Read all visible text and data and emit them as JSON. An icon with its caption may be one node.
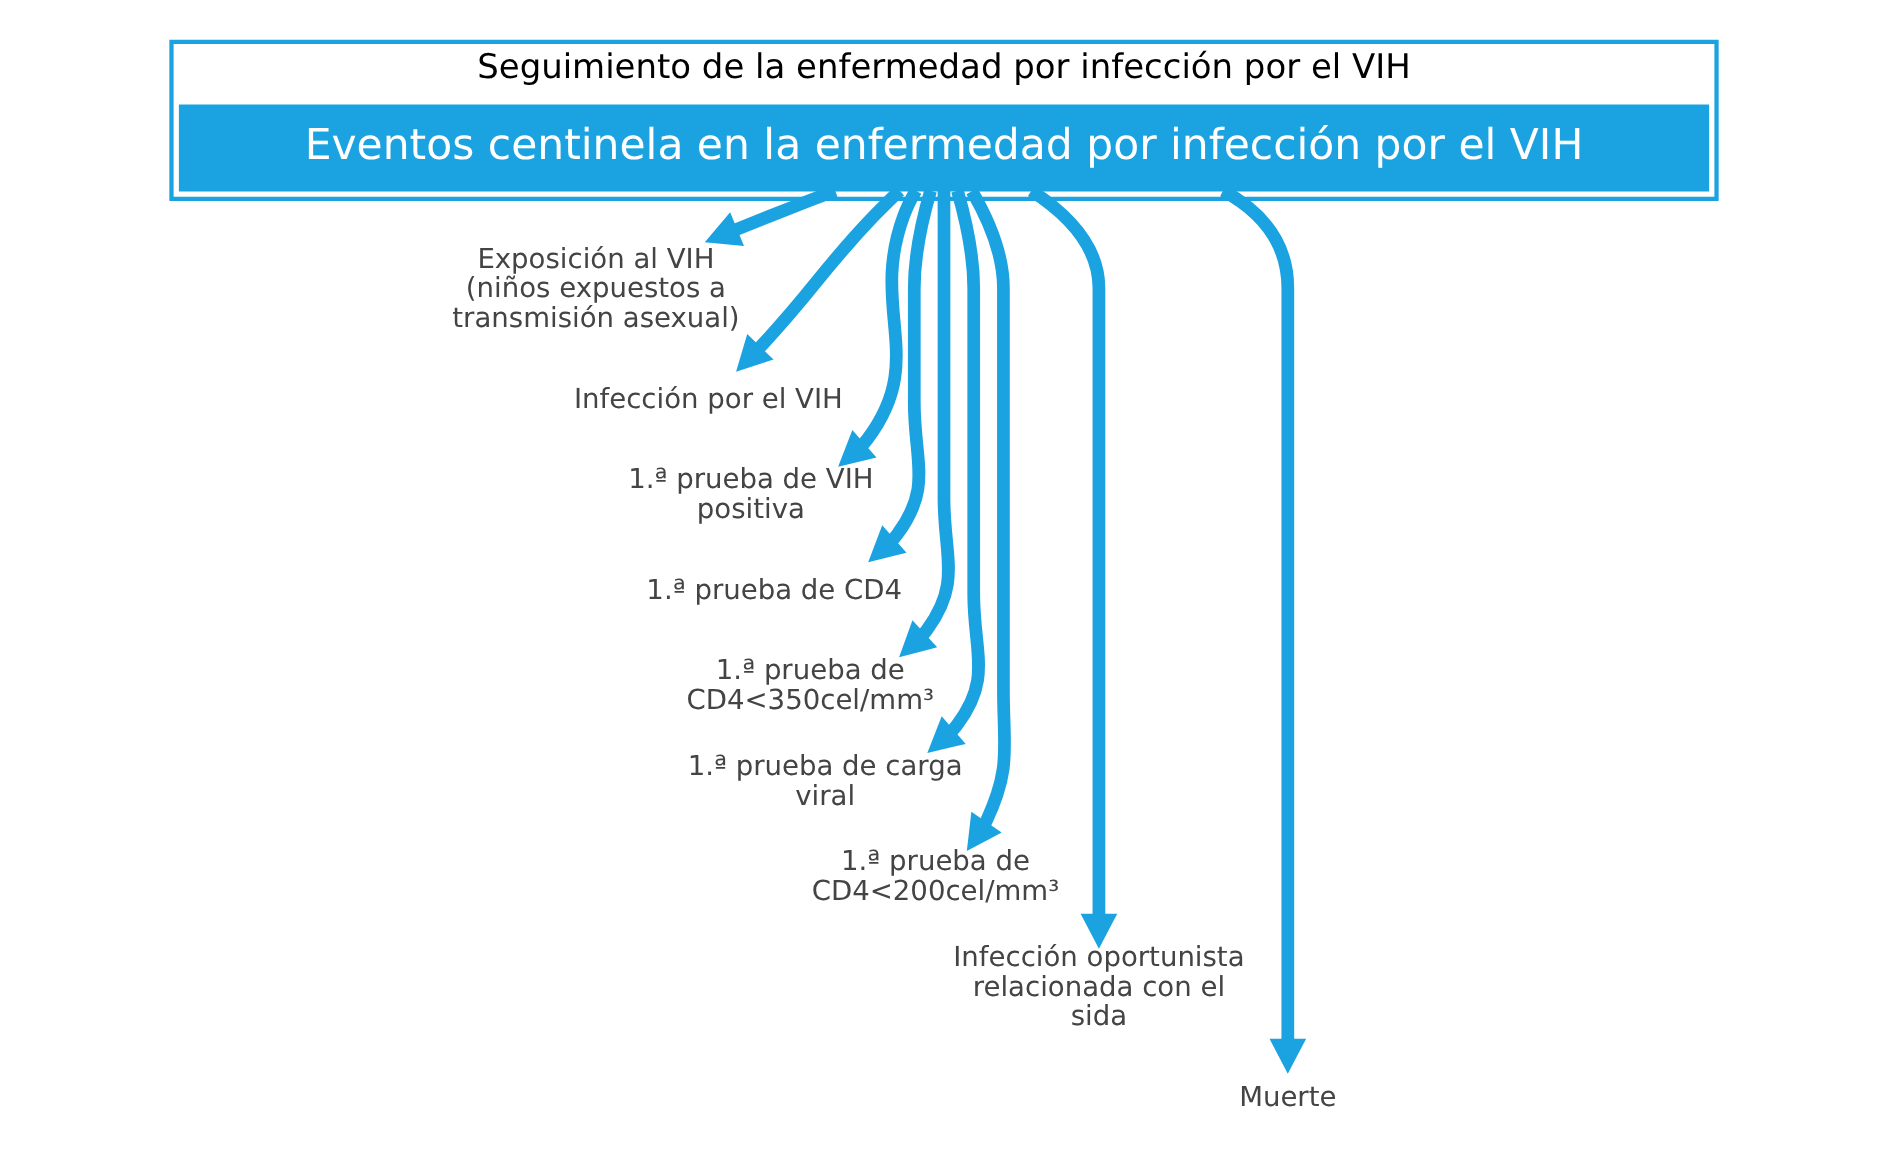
{
  "diagram": {
    "nodes": [
      {
        "text": [
          "Seguimiento de la enfermedad por infección por el VIH"
        ]
      },
      {
        "text": [
          "Eventos centinela en la enfermedad por infección por el VIH"
        ],
        "in": 0
      },
      {
        "text": [
          "Exposición al VIH (niños expuestos a transmisión asexual)"
        ]
      },
      {
        "text": [
          "Infección por el VIH"
        ]
      },
      {
        "text": [
          "1.ª prueba de VIH positiva"
        ]
      },
      {
        "text": [
          "1.ª prueba de CD4"
        ]
      },
      {
        "text": [
          "1.ª prueba de CD4<350cel/mm³"
        ]
      },
      {
        "text": [
          "1.ª prueba de carga viral"
        ]
      },
      {
        "text": [
          "1.ª prueba de CD4<200cel/mm³"
        ]
      },
      {
        "text": [
          "Infección oportunista relacionada con el sida"
        ]
      },
      {
        "text": [
          "Muerte"
        ]
      }
    ],
    "edges": [
      {
        "from": 1,
        "to": 2,
        "arrow": "to"
      },
      {
        "from": 1,
        "to": 3,
        "arrow": "to"
      },
      {
        "from": 1,
        "to": 4,
        "arrow": "to"
      },
      {
        "from": 1,
        "to": 5,
        "arrow": "to"
      },
      {
        "from": 1,
        "to": 6,
        "arrow": "to"
      },
      {
        "from": 1,
        "to": 7,
        "arrow": "to"
      },
      {
        "from": 1,
        "to": 8,
        "arrow": "to"
      },
      {
        "from": 1,
        "to": 9,
        "arrow": "to"
      },
      {
        "from": 1,
        "to": 10,
        "arrow": "to"
      }
    ]
  }
}
